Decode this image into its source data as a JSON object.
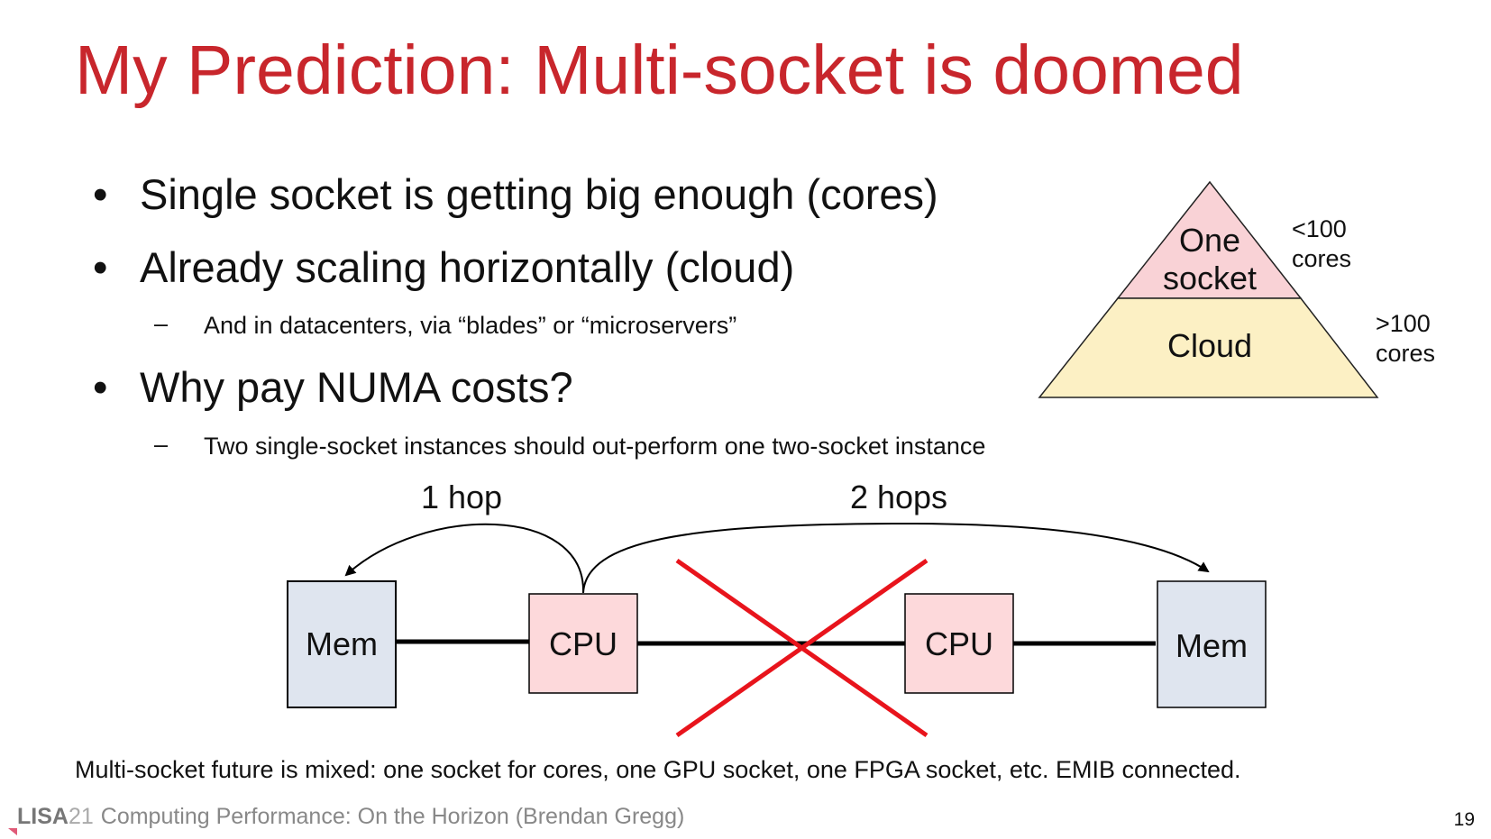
{
  "slide": {
    "title": "My Prediction: Multi-socket is doomed",
    "bullets": [
      "Single socket is getting big enough (cores)",
      "Already scaling horizontally (cloud)",
      "Why pay NUMA costs?"
    ],
    "subbullets": [
      "And in datacenters, via “blades” or “microservers”",
      "Two single-socket instances should out-perform one two-socket instance"
    ],
    "bullet_symbol": "•",
    "sub_symbol": "–",
    "footnote": "Multi-socket future is mixed: one socket for cores, one GPU socket, one FPGA socket, etc. EMIB connected.",
    "footer": {
      "brand": "LISA",
      "year": "21",
      "text": "Computing Performance: On the Horizon (Brendan Gregg)"
    },
    "page_number": "19"
  },
  "pyramid": {
    "top_label_line1": "One",
    "top_label_line2": "socket",
    "bottom_label": "Cloud",
    "top_note_line1": "<100",
    "top_note_line2": "cores",
    "bottom_note_line1": ">100",
    "bottom_note_line2": "cores",
    "top_color": "#f9d2d6",
    "bottom_color": "#fcf0c4"
  },
  "numa": {
    "mem_left": "Mem",
    "cpu_left": "CPU",
    "cpu_right": "CPU",
    "mem_right": "Mem",
    "hop1_label": "1 hop",
    "hop2_label": "2 hops",
    "mem_color": "#dfe5ef",
    "cpu_color": "#fdd9db",
    "cross_color": "#e8141c"
  }
}
